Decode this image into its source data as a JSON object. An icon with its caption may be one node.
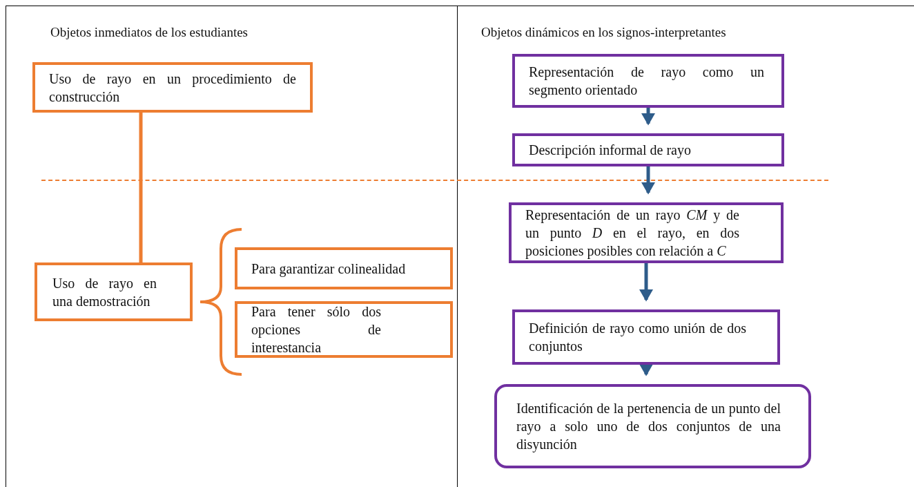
{
  "diagram": {
    "nodes": [
      {
        "text": [
          "Uso de rayo en un procedimiento de construcción"
        ]
      },
      {
        "text": [
          "Uso de rayo en una demostración"
        ]
      },
      {
        "text": [
          "Para garantizar colinealidad"
        ]
      },
      {
        "text": [
          "Para tener sólo dos opciones de interestancia"
        ]
      },
      {
        "text": [
          "Representación de rayo como un segmento orientado"
        ]
      },
      {
        "text": [
          "Descripción informal de rayo"
        ]
      },
      {
        "text": [
          "Representación de un rayo *CM* y de un punto *D* en el rayo, en dos posiciones posibles con relación a *C*"
        ]
      },
      {
        "text": [
          "Definición de rayo como unión de dos conjuntos"
        ]
      },
      {
        "text": [
          "Identificación de la pertenencia de un punto del rayo a solo uno de dos conjuntos de una disyunción"
        ]
      }
    ],
    "edges": [
      {
        "from": 0,
        "to": 1,
        "arrow": "none",
        "color": "#ed7d31"
      },
      {
        "from": 4,
        "to": 5,
        "arrow": "to"
      },
      {
        "from": 5,
        "to": 6,
        "arrow": "to"
      },
      {
        "from": 6,
        "to": 7,
        "arrow": "to"
      },
      {
        "from": 7,
        "to": 8,
        "arrow": "to"
      }
    ],
    "labels": [
      "Objetos inmediatos de los estudiantes",
      "Objetos dinámicos en los signos-interpretantes"
    ]
  }
}
